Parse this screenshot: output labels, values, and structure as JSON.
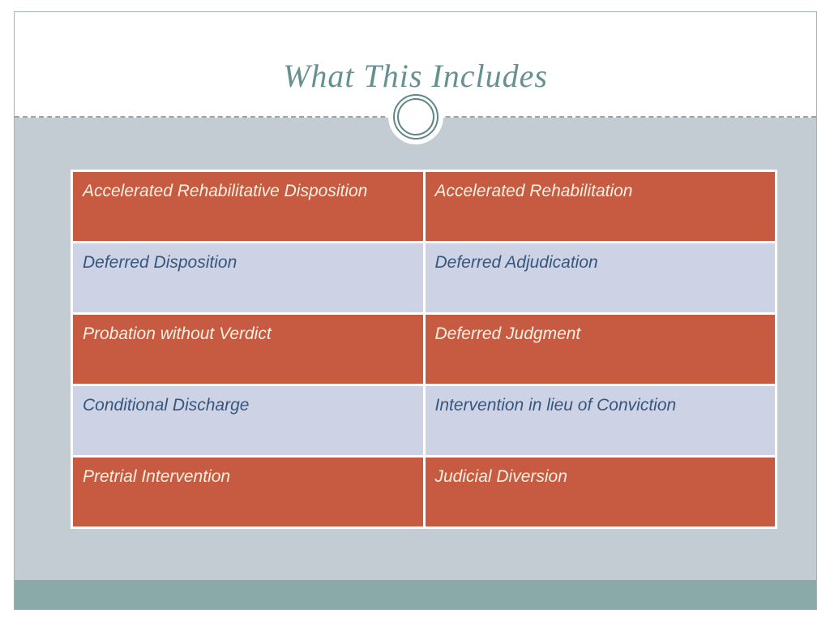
{
  "slide": {
    "title": "What This Includes",
    "ornament": "double-ring-circle",
    "table": {
      "columns": 2,
      "rows": [
        {
          "variant": "orange",
          "cells": [
            "Accelerated Rehabilitative Disposition",
            "Accelerated Rehabilitation"
          ]
        },
        {
          "variant": "lavender",
          "cells": [
            "Deferred Disposition",
            "Deferred Adjudication"
          ]
        },
        {
          "variant": "orange",
          "cells": [
            "Probation without Verdict",
            "Deferred Judgment"
          ]
        },
        {
          "variant": "lavender",
          "cells": [
            "Conditional Discharge",
            "Intervention in lieu of Conviction"
          ]
        },
        {
          "variant": "orange",
          "cells": [
            "Pretrial Intervention",
            "Judicial Diversion"
          ]
        }
      ]
    },
    "colors": {
      "title-color": "#679090",
      "orange-bg": "#C75B41",
      "orange-text": "#F7F1E3",
      "lavender-bg": "#CDD3E5",
      "lavender-text": "#35567F",
      "content-bg": "#C3CCD3",
      "footer-band": "#8AAAA9",
      "frame-border": "#9FB4B3",
      "dash-color": "#98A5A8",
      "ring-color": "#5D8788"
    }
  }
}
